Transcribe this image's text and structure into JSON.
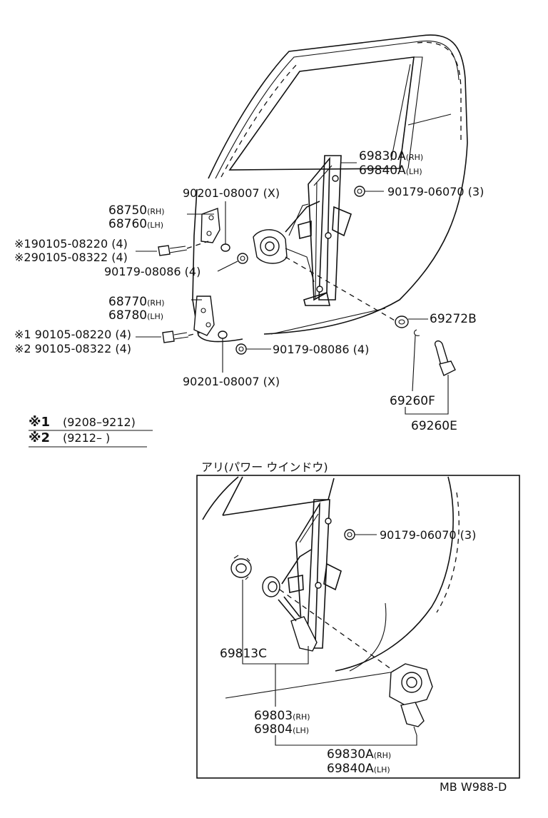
{
  "main": {
    "regulator_rh": "69830A",
    "regulator_lh": "69840A",
    "rh": "(RH)",
    "lh": "(LH)",
    "nut_top": "90179-06070 (3)",
    "washer_top": "90201-08007 (X)",
    "hinge_upper_rh": "68750",
    "hinge_upper_lh": "68760",
    "bolt_upper_1": "※190105-08220 (4)",
    "bolt_upper_2": "※290105-08322 (4)",
    "nut_mid": "90179-08086 (4)",
    "hinge_lower_rh": "68770",
    "hinge_lower_lh": "68780",
    "bolt_lower_1": "※1 90105-08220 (4)",
    "bolt_lower_2": "※2 90105-08322 (4)",
    "nut_lower": "90179-08086 (4)",
    "washer_bottom": "90201-08007 (X)",
    "clip": "69272B",
    "handle_sub": "69260F",
    "handle_assy": "69260E"
  },
  "notes": {
    "n1_mark": "※1",
    "n1_text": "(9208–9212)",
    "n2_mark": "※2",
    "n2_text": "(9212–        )"
  },
  "power_window": {
    "title": "アリ(パワー ウインドウ)",
    "nut": "90179-06070 (3)",
    "part_69813C": "69813C",
    "part_69803": "69803",
    "part_69804": "69804",
    "motor_rh": "69830A",
    "motor_lh": "69840A",
    "rh": "(RH)",
    "lh": "(LH)"
  },
  "footer": {
    "code": "MB W988-D"
  }
}
